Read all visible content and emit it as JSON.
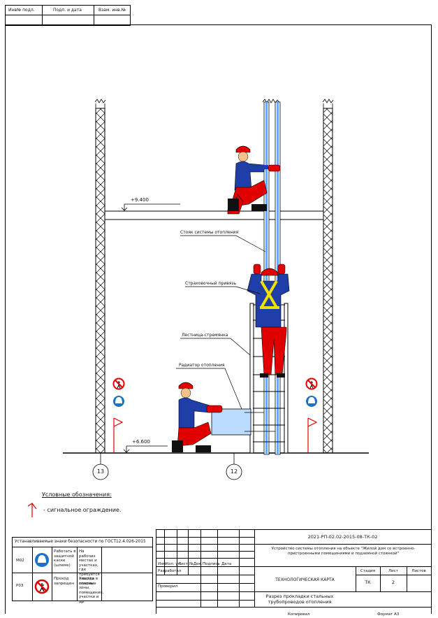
{
  "stamp": {
    "cols": [
      "Инв№ подл.",
      "Подп. и дата",
      "Взам. инв.№"
    ]
  },
  "elevations": {
    "upper": "+9.400",
    "lower": "+6.600"
  },
  "callouts": {
    "riser": "Стояк системы отопления",
    "harness": "Страховочный привязь",
    "ladder": "Лестница-стремянка",
    "radiator": "Радиатор отопления"
  },
  "axes": [
    "13",
    "12"
  ],
  "legend": {
    "title": "Условные обозначения:",
    "item": "- сигнальное ограждение."
  },
  "safety_table": {
    "title": "Устанавливаемые знаки безопасности по ГОСТ12.4.026-2015",
    "rows": [
      {
        "code": "M02",
        "text": "Работать в защитной каске (шлеме)",
        "note": "На рабочих местах и участках, где требуется защита головы",
        "sign": "helmet"
      },
      {
        "code": "P03",
        "text": "Проход запрещен",
        "note": "У входа в опасные зоны, помещения, участки и др.",
        "sign": "no-pedestrian"
      }
    ]
  },
  "titleblock": {
    "doc_code": "2021-РП-02.02-2015-08-ТК-02",
    "object": "Устройство системы отопления на объекте \"Жилой дом со встроенно-пристроенными помещениями и подземной стоянкой\"",
    "headers": [
      "Изм.",
      "Кол. уч.",
      "Лист",
      "№Док.",
      "Подпись",
      "Дата"
    ],
    "developed": "Разработал",
    "checked": "Проверил",
    "card_name": "ТЕХНОЛОГИЧЕСКАЯ КАРТА",
    "stage_label": "Стадия",
    "sheet_label": "Лист",
    "sheets_label": "Листов",
    "stage": "ТК",
    "sheet": "2",
    "section": "Разрез прокладки стальных трубопроводов отопления",
    "copied": "Копировал",
    "format": "Формат А3"
  },
  "colors": {
    "suit": "#1f3ea8",
    "pants": "#e00000",
    "helmet": "#e00000",
    "harness": "#f0e000",
    "pipe": "#6aa8ff",
    "radiator": "#bcdcff"
  }
}
